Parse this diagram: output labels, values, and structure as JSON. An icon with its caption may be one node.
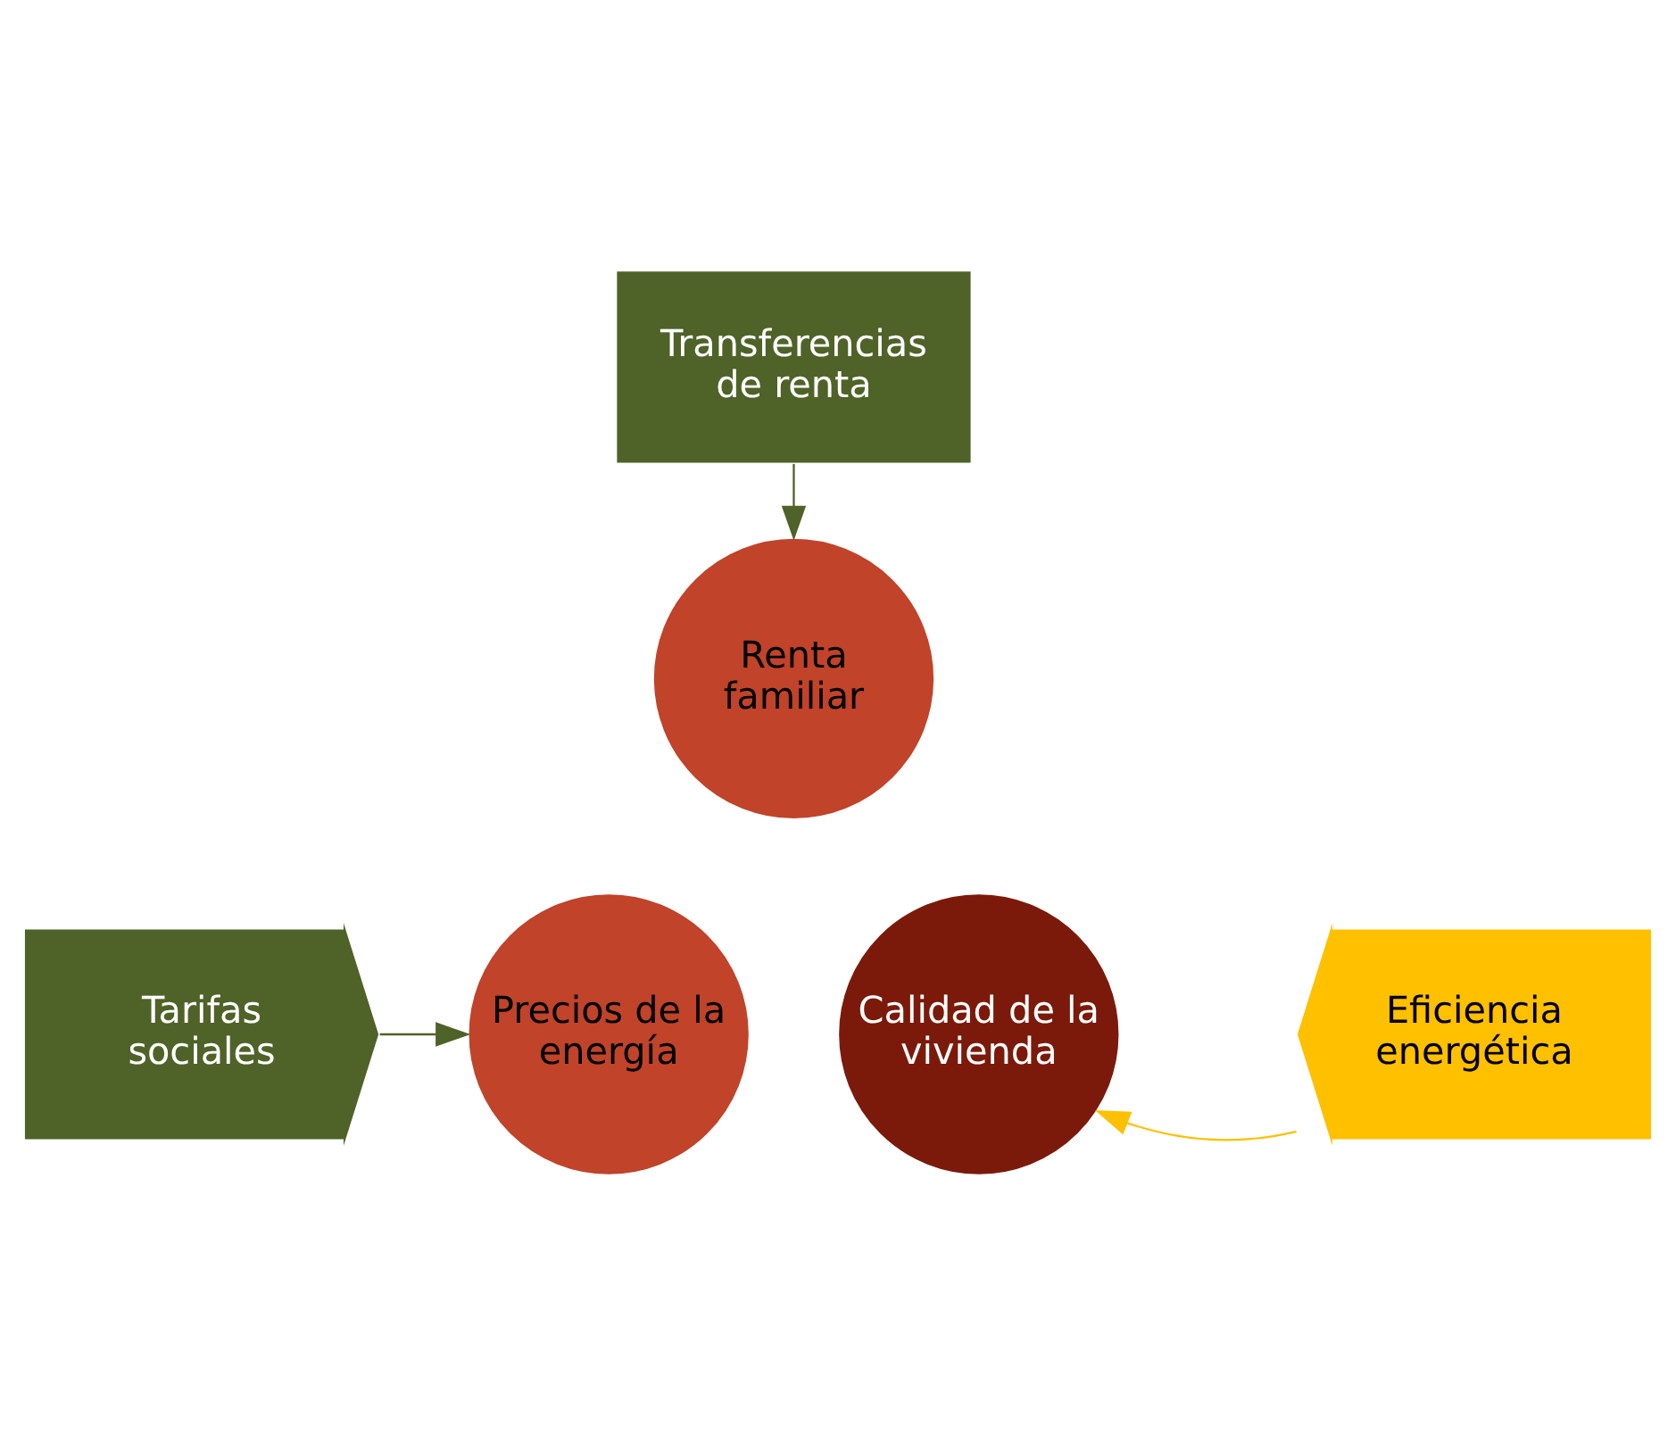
{
  "diagram": {
    "nodes": [
      {
        "text": [
          "Transferencias de renta"
        ]
      },
      {
        "text": [
          "Renta familiar"
        ]
      },
      {
        "text": [
          "Tarifas sociales"
        ]
      },
      {
        "text": [
          "Precios de la energía"
        ]
      },
      {
        "text": [
          "Calidad de la vivienda"
        ]
      },
      {
        "text": [
          "Eficiencia energética"
        ]
      }
    ],
    "edges": [
      {
        "from": 0,
        "to": 1,
        "arrow": "to"
      },
      {
        "from": 2,
        "to": 3,
        "arrow": "to"
      },
      {
        "from": 5,
        "to": 4,
        "arrow": "to",
        "color": "#ffc000"
      }
    ]
  }
}
